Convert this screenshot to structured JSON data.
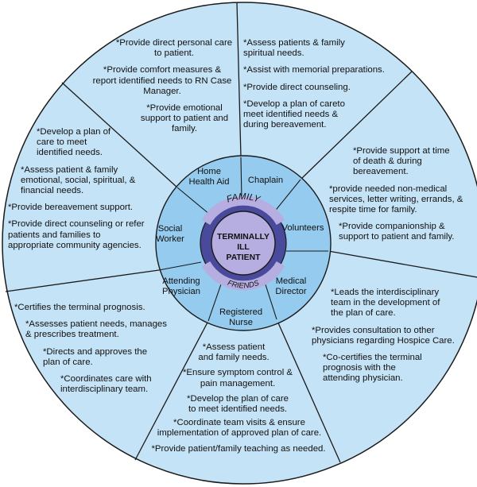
{
  "center": {
    "line1": "TERMINALLY",
    "line2": "ILL",
    "line3": "PATIENT",
    "top_arc": "FAMILY",
    "bottom_arc": "FRIENDS"
  },
  "roles": {
    "home_health_aid_1": "Home",
    "home_health_aid_2": "Health Aid",
    "chaplain": "Chaplain",
    "volunteers": "Volunteers",
    "medical_director_1": "Medical",
    "medical_director_2": "Director",
    "registered_nurse_1": "Registered",
    "registered_nurse_2": "Nurse",
    "attending_physician_1": "Attending",
    "attending_physician_2": "Physician",
    "social_worker_1": "Social",
    "social_worker_2": "Worker"
  },
  "duties": {
    "home_health_aid": [
      "*Provide direct personal care to patient.",
      "*Provide comfort measures & report identified needs to RN Case Manager.",
      "*Provide emotional support to patient and family."
    ],
    "chaplain": [
      "*Assess patients & family spiritual needs.",
      "*Assist with memorial preparations.",
      "*Provide direct counseling.",
      "*Develop a plan of careto meet identified needs & during bereavement."
    ],
    "volunteers": [
      "*Provide support at time of death & during bereavement.",
      "*provide needed non-medical services, letter writing, errands, & respite time for family.",
      "*Provide companionship & support to patient and family."
    ],
    "medical_director": [
      "*Leads the interdisciplinary team in the development of the plan of care.",
      "*Provides consultation to other physicians regarding Hospice Care.",
      "*Co-certifies the terminal prognosis with the attending physician."
    ],
    "registered_nurse": [
      "*Assess patient and family needs.",
      "*Ensure symptom control & pain management.",
      "*Develop the plan of care to meet identified needs.",
      "*Coordinate team visits & ensure implementation of approved plan of care.",
      "*Provide patient/family teaching as needed."
    ],
    "attending_physician": [
      "*Certifies the terminal prognosis.",
      "*Assesses patient needs, manages & prescribes treatment.",
      "*Directs and approves the plan of care.",
      "*Coordinates care with interdisciplinary team."
    ],
    "social_worker": [
      "*Develop a plan of care to meet identified needs.",
      "*Assess patient & family emotional, social, spiritual, & financial needs.",
      "*Provide bereavement support.",
      "*Provide direct counseling or refer patients and families to appropriate community agencies."
    ]
  },
  "colors": {
    "outer_ring": "#c5e3f6",
    "middle_ring": "#95cbee",
    "center_ring": "#4a4a9c",
    "center_fill": "#b6aee0",
    "stroke": "#1a1a1a"
  }
}
